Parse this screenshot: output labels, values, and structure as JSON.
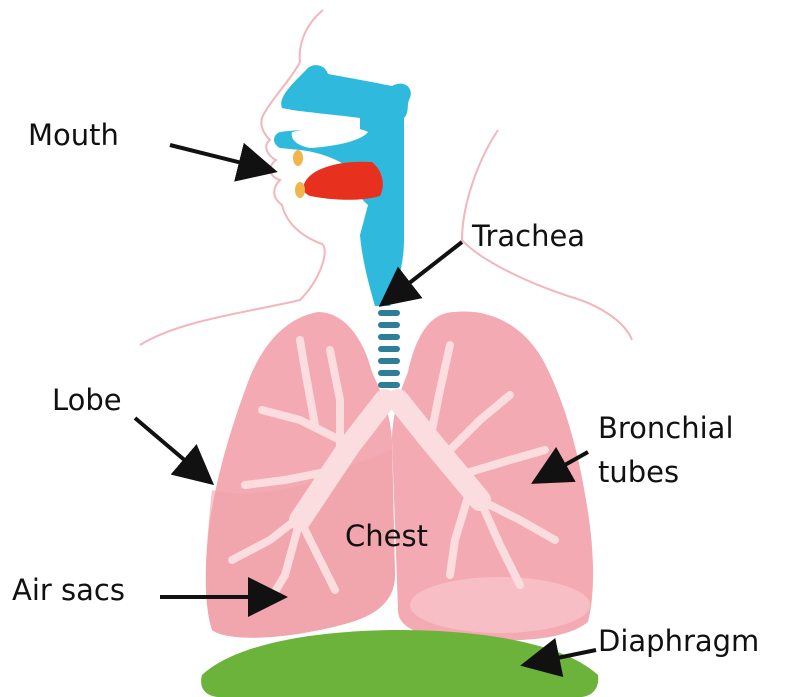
{
  "labels": {
    "mouth": "Mouth",
    "trachea": "Trachea",
    "lobe": "Lobe",
    "bronchial_line1": "Bronchial",
    "bronchial_line2": "tubes",
    "chest": "Chest",
    "air_sacs": "Air sacs",
    "diaphragm": "Diaphragm"
  },
  "colors": {
    "outline": "#f2b6bb",
    "airway_blue": "#2fb9dd",
    "tongue": "#e7301e",
    "lips": "#f2b54b",
    "lung": "#f3aab2",
    "lung_light": "#f8c4c9",
    "bronchi": "#fbdde0",
    "diaphragm": "#6bb33a",
    "trachea_ring": "#2e7e97",
    "arrow": "#111111"
  }
}
